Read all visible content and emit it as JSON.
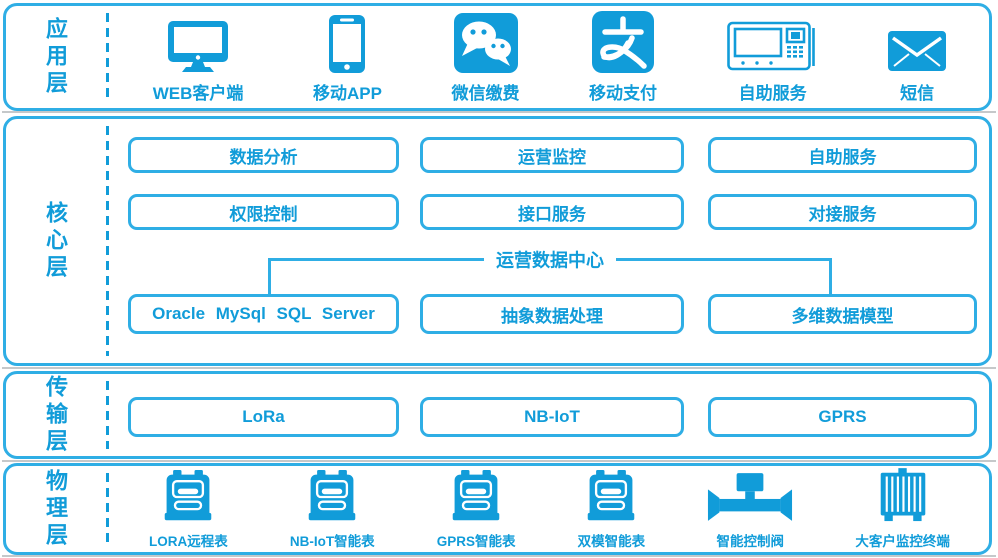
{
  "colors": {
    "accent": "#119CD9",
    "border": "#2FAEE5",
    "wechat_green": "#33B42C",
    "alipay_blue": "#089EE4",
    "separator": "#8C9296"
  },
  "app_layer": {
    "label": "应用层",
    "items": [
      {
        "icon": "monitor-icon",
        "label": "WEB客户端"
      },
      {
        "icon": "smartphone-icon",
        "label": "移动APP"
      },
      {
        "icon": "wechat-icon",
        "label": "微信缴费"
      },
      {
        "icon": "alipay-icon",
        "label": "移动支付"
      },
      {
        "icon": "kiosk-icon",
        "label": "自助服务"
      },
      {
        "icon": "envelope-icon",
        "label": "短信"
      }
    ]
  },
  "core_layer": {
    "label": "核心层",
    "row1": [
      "数据分析",
      "运营监控",
      "自助服务"
    ],
    "row2": [
      "权限控制",
      "接口服务",
      "对接服务"
    ],
    "data_center_label": "运营数据中心",
    "row3": [
      "Oracle MySql SQL Server",
      "抽象数据处理",
      "多维数据模型"
    ]
  },
  "transport_layer": {
    "label": "传输层",
    "boxes": [
      "LoRa",
      "NB-IoT",
      "GPRS"
    ]
  },
  "physical_layer": {
    "label": "物理层",
    "items": [
      {
        "icon": "smart-meter-icon",
        "label": "LORA远程表"
      },
      {
        "icon": "smart-meter-icon",
        "label": "NB-IoT智能表"
      },
      {
        "icon": "smart-meter-icon",
        "label": "GPRS智能表"
      },
      {
        "icon": "smart-meter-icon",
        "label": "双模智能表"
      },
      {
        "icon": "control-valve-icon",
        "label": "智能控制阀"
      },
      {
        "icon": "monitor-terminal-icon",
        "label": "大客户监控终端"
      }
    ]
  }
}
